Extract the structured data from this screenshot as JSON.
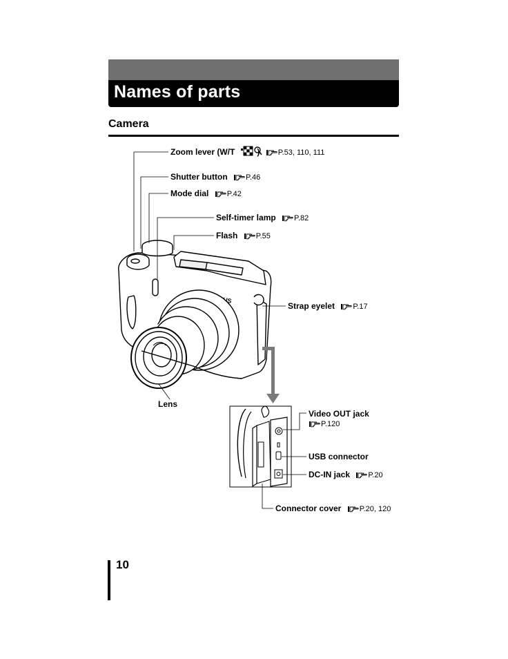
{
  "header": {
    "title": "Names of parts"
  },
  "section": {
    "title": "Camera"
  },
  "reference_icon": "page-reference-hand-icon",
  "callouts": {
    "zoom_lever": {
      "name": "Zoom lever (W/T",
      "name_end": ")",
      "ref": "P.53, 110, 111"
    },
    "shutter_button": {
      "name": "Shutter button",
      "ref": "P.46"
    },
    "mode_dial": {
      "name": "Mode dial",
      "ref": "P.42"
    },
    "self_timer_lamp": {
      "name": "Self-timer lamp",
      "ref": "P.82"
    },
    "flash": {
      "name": "Flash",
      "ref": "P.55"
    },
    "strap_eyelet": {
      "name": "Strap eyelet",
      "ref": "P.17"
    },
    "lens": {
      "name": "Lens"
    },
    "video_out_jack": {
      "name": "Video OUT jack",
      "ref": "P.120"
    },
    "usb_connector": {
      "name": "USB connector"
    },
    "dc_in_jack": {
      "name": "DC-IN jack",
      "ref": "P.20"
    },
    "connector_cover": {
      "name": "Connector cover",
      "ref": "P.20, 120"
    }
  },
  "camera": {
    "brand": "OLYMPUS"
  },
  "footer": {
    "page_number": "10"
  }
}
